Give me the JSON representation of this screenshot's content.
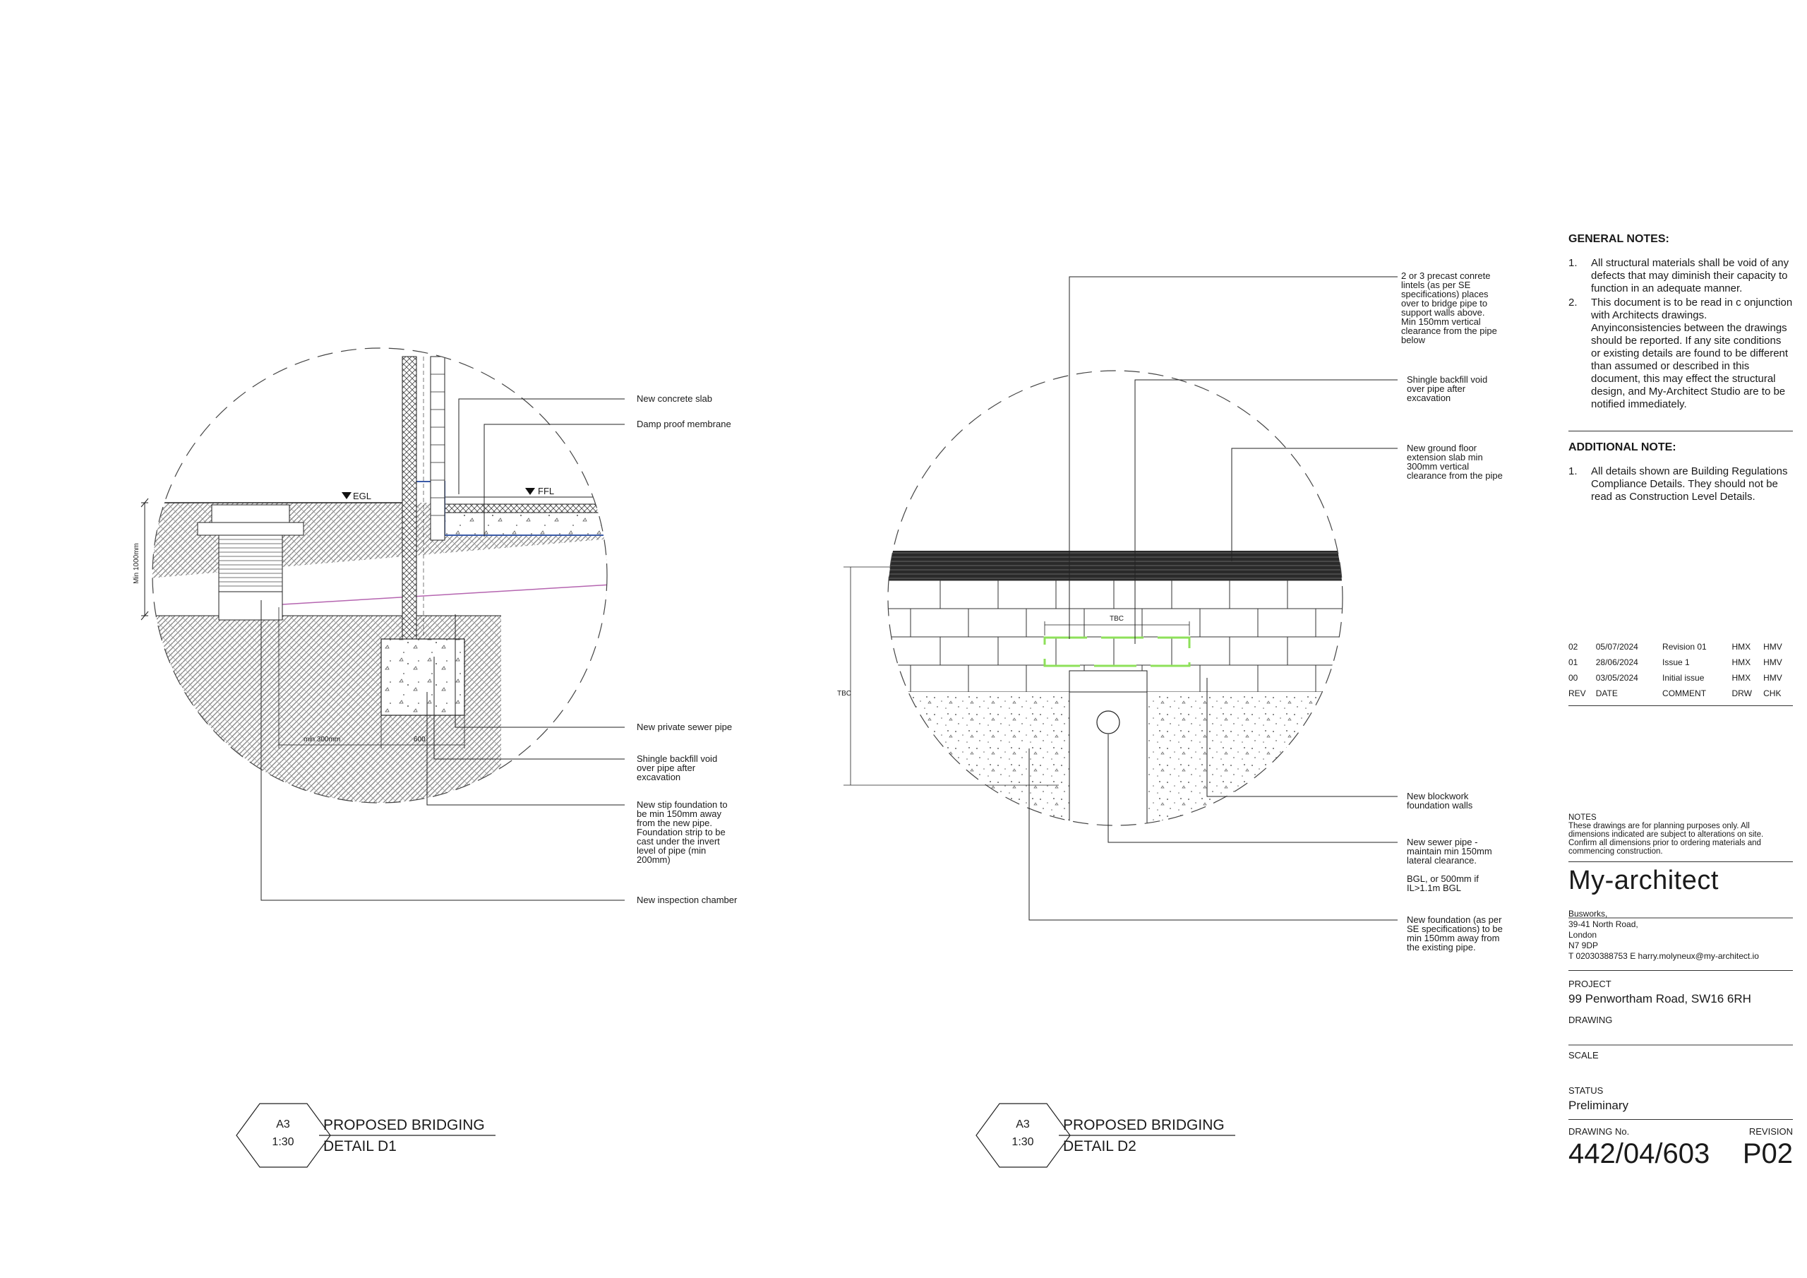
{
  "detail_d1": {
    "labels": {
      "egl": "EGL",
      "ffl": "FFL",
      "min_depth": "Min 1000mm",
      "min_300": "min 300mm",
      "dim_600": "600"
    },
    "callouts": [
      "New concrete slab",
      "Damp proof membrane",
      "New private sewer pipe",
      "Shingle backfill void\nover pipe after\nexcavation",
      "New stip foundation to\nbe min 150mm away\nfrom the new pipe.\nFoundation strip to be\ncast under the invert\nlevel of pipe (min\n200mm)",
      "New inspection chamber"
    ],
    "tag": {
      "sheet": "A3",
      "scale": "1:30",
      "title_line1": "PROPOSED BRIDGING",
      "title_line2": "DETAIL D1"
    }
  },
  "detail_d2": {
    "labels": {
      "tbc_top": "TBC",
      "tbc_left": "TBC"
    },
    "callouts": [
      "2 or 3 precast conrete\nlintels (as per SE\nspecifications) places\nover to bridge pipe to\nsupport walls above.\nMin 150mm vertical\nclearance from the pipe\nbelow",
      "Shingle backfill void\nover pipe after\nexcavation",
      "New ground floor\nextension slab min\n300mm vertical\nclearance from the pipe",
      "New blockwork\nfoundation walls",
      "New sewer pipe -\nmaintain min 150mm\nlateral clearance.\n\nBGL, or 500mm if\nIL>1.1m BGL",
      "New foundation (as per\nSE specifications) to be\nmin 150mm away from\nthe existing pipe."
    ],
    "tag": {
      "sheet": "A3",
      "scale": "1:30",
      "title_line1": "PROPOSED BRIDGING",
      "title_line2": "DETAIL D2"
    }
  },
  "title_block": {
    "general_notes_heading": "GENERAL NOTES:",
    "general_notes": [
      {
        "num": "1.",
        "text": "All structural materials shall be void of any defects that may diminish their capacity to function in an adequate manner."
      },
      {
        "num": "2.",
        "text": "This document is to be read in c onjunction with Architects drawings. Anyinconsistencies between the drawings should be reported. If any site conditions or existing details are found to be different than assumed or described in this document, this may effect the structural design, and My-Architect Studio are to be notified immediately."
      }
    ],
    "additional_note_heading": "ADDITIONAL NOTE:",
    "additional_notes": [
      {
        "num": "1.",
        "text": "All details shown are Building Regulations Compliance Details. They should not be  read as Construction Level Details."
      }
    ],
    "revisions": [
      {
        "rev": "02",
        "date": "05/07/2024",
        "comment": "Revision 01",
        "drw": "HMX",
        "chk": "HMV"
      },
      {
        "rev": "01",
        "date": "28/06/2024",
        "comment": "Issue 1",
        "drw": "HMX",
        "chk": "HMV"
      },
      {
        "rev": "00",
        "date": "03/05/2024",
        "comment": "Initial issue",
        "drw": "HMX",
        "chk": "HMV"
      }
    ],
    "revision_headers": {
      "rev": "REV",
      "date": "DATE",
      "comment": "COMMENT",
      "drw": "DRW",
      "chk": "CHK"
    },
    "notes_heading": "NOTES",
    "notes_text": "These drawings are for planning purposes only. All dimensions indicated are subject to alterations on site. Confirm all dimensions prior to ordering materials and commencing construction.",
    "brand": "My-architect",
    "address_lines": [
      "Busworks,",
      "39-41 North Road,",
      "London",
      "N7 9DP",
      "T 02030388753 E harry.molyneux@my-architect.io"
    ],
    "project_label": "PROJECT",
    "project_value": "99 Penwortham Road, SW16 6RH",
    "drawing_label": "DRAWING",
    "scale_label": "SCALE",
    "status_label": "STATUS",
    "status_value": "Preliminary",
    "drawing_no_label": "DRAWING No.",
    "drawing_no_value": "442/04/603",
    "revision_label": "REVISION",
    "revision_value": "P02"
  }
}
